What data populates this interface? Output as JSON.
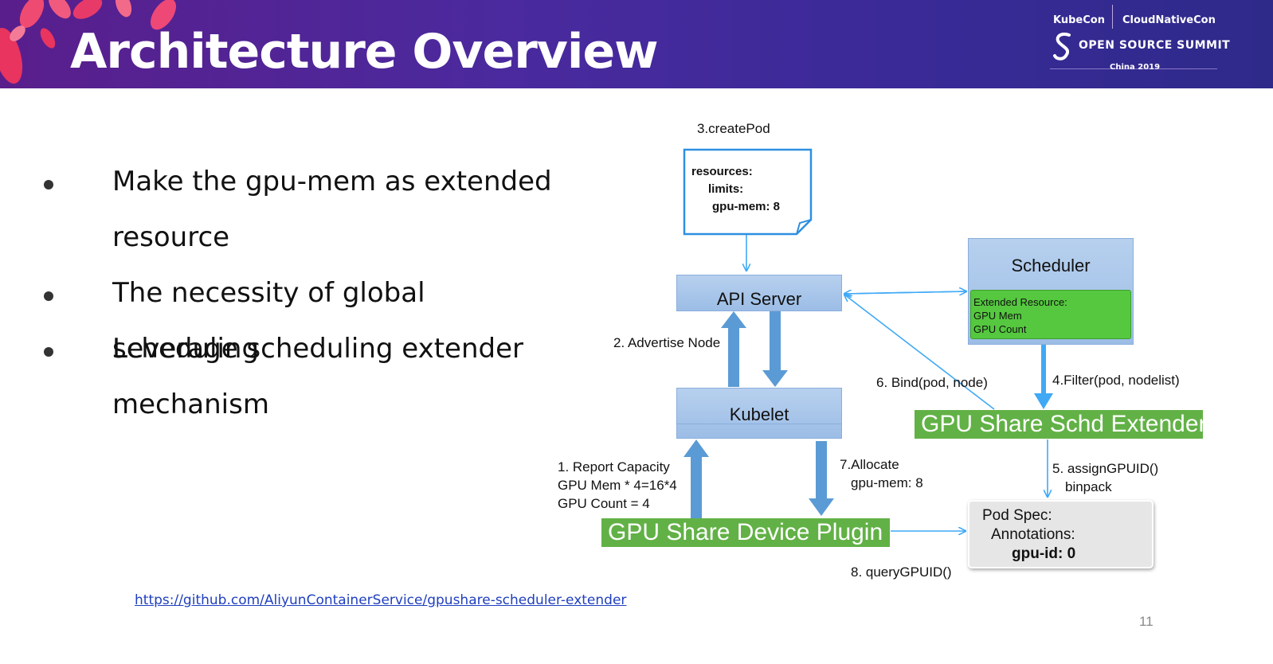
{
  "slide": {
    "title": "Architecture Overview",
    "page_number": "11",
    "link": "https://github.com/AliyunContainerService/gpushare-scheduler-extender"
  },
  "branding": {
    "kubecon": "KubeCon",
    "cloudnativecon": "CloudNativeCon",
    "open_source_summit": "OPEN SOURCE SUMMIT",
    "event": "China 2019"
  },
  "bullets": [
    "Make the gpu-mem as extended resource",
    "The necessity of global scheduling",
    "Leverage scheduling extender mechanism"
  ],
  "diagram": {
    "create_pod_label": "3.createPod",
    "yaml": [
      "resources:",
      "limits:",
      "gpu-mem: 8"
    ],
    "api_server": "API Server",
    "kubelet": "Kubelet",
    "scheduler": "Scheduler",
    "extended_resource": [
      "Extended Resource:",
      "GPU Mem",
      "GPU Count"
    ],
    "extender": "GPU Share Schd Extender",
    "device_plugin": "GPU Share Device Plugin",
    "pod_spec": [
      "Pod Spec:",
      "Annotations:",
      "gpu-id: 0"
    ],
    "advertise_node": "2. Advertise Node",
    "bind": "6. Bind(pod, node)",
    "filter": "4.Filter(pod, nodelist)",
    "assign": [
      "5. assignGPUID()",
      "binpack"
    ],
    "report_capacity": [
      "1. Report Capacity",
      "GPU Mem * 4=16*4",
      "GPU Count = 4"
    ],
    "allocate": [
      "7.Allocate",
      "gpu-mem: 8"
    ],
    "query": "8. queryGPUID()"
  },
  "colors": {
    "header_purple": "#4a2a9e",
    "box_blue": "#a9c6ea",
    "arrow_blue": "#5b9bd5",
    "line_blue": "#3fa9f5",
    "green": "#62b146"
  }
}
